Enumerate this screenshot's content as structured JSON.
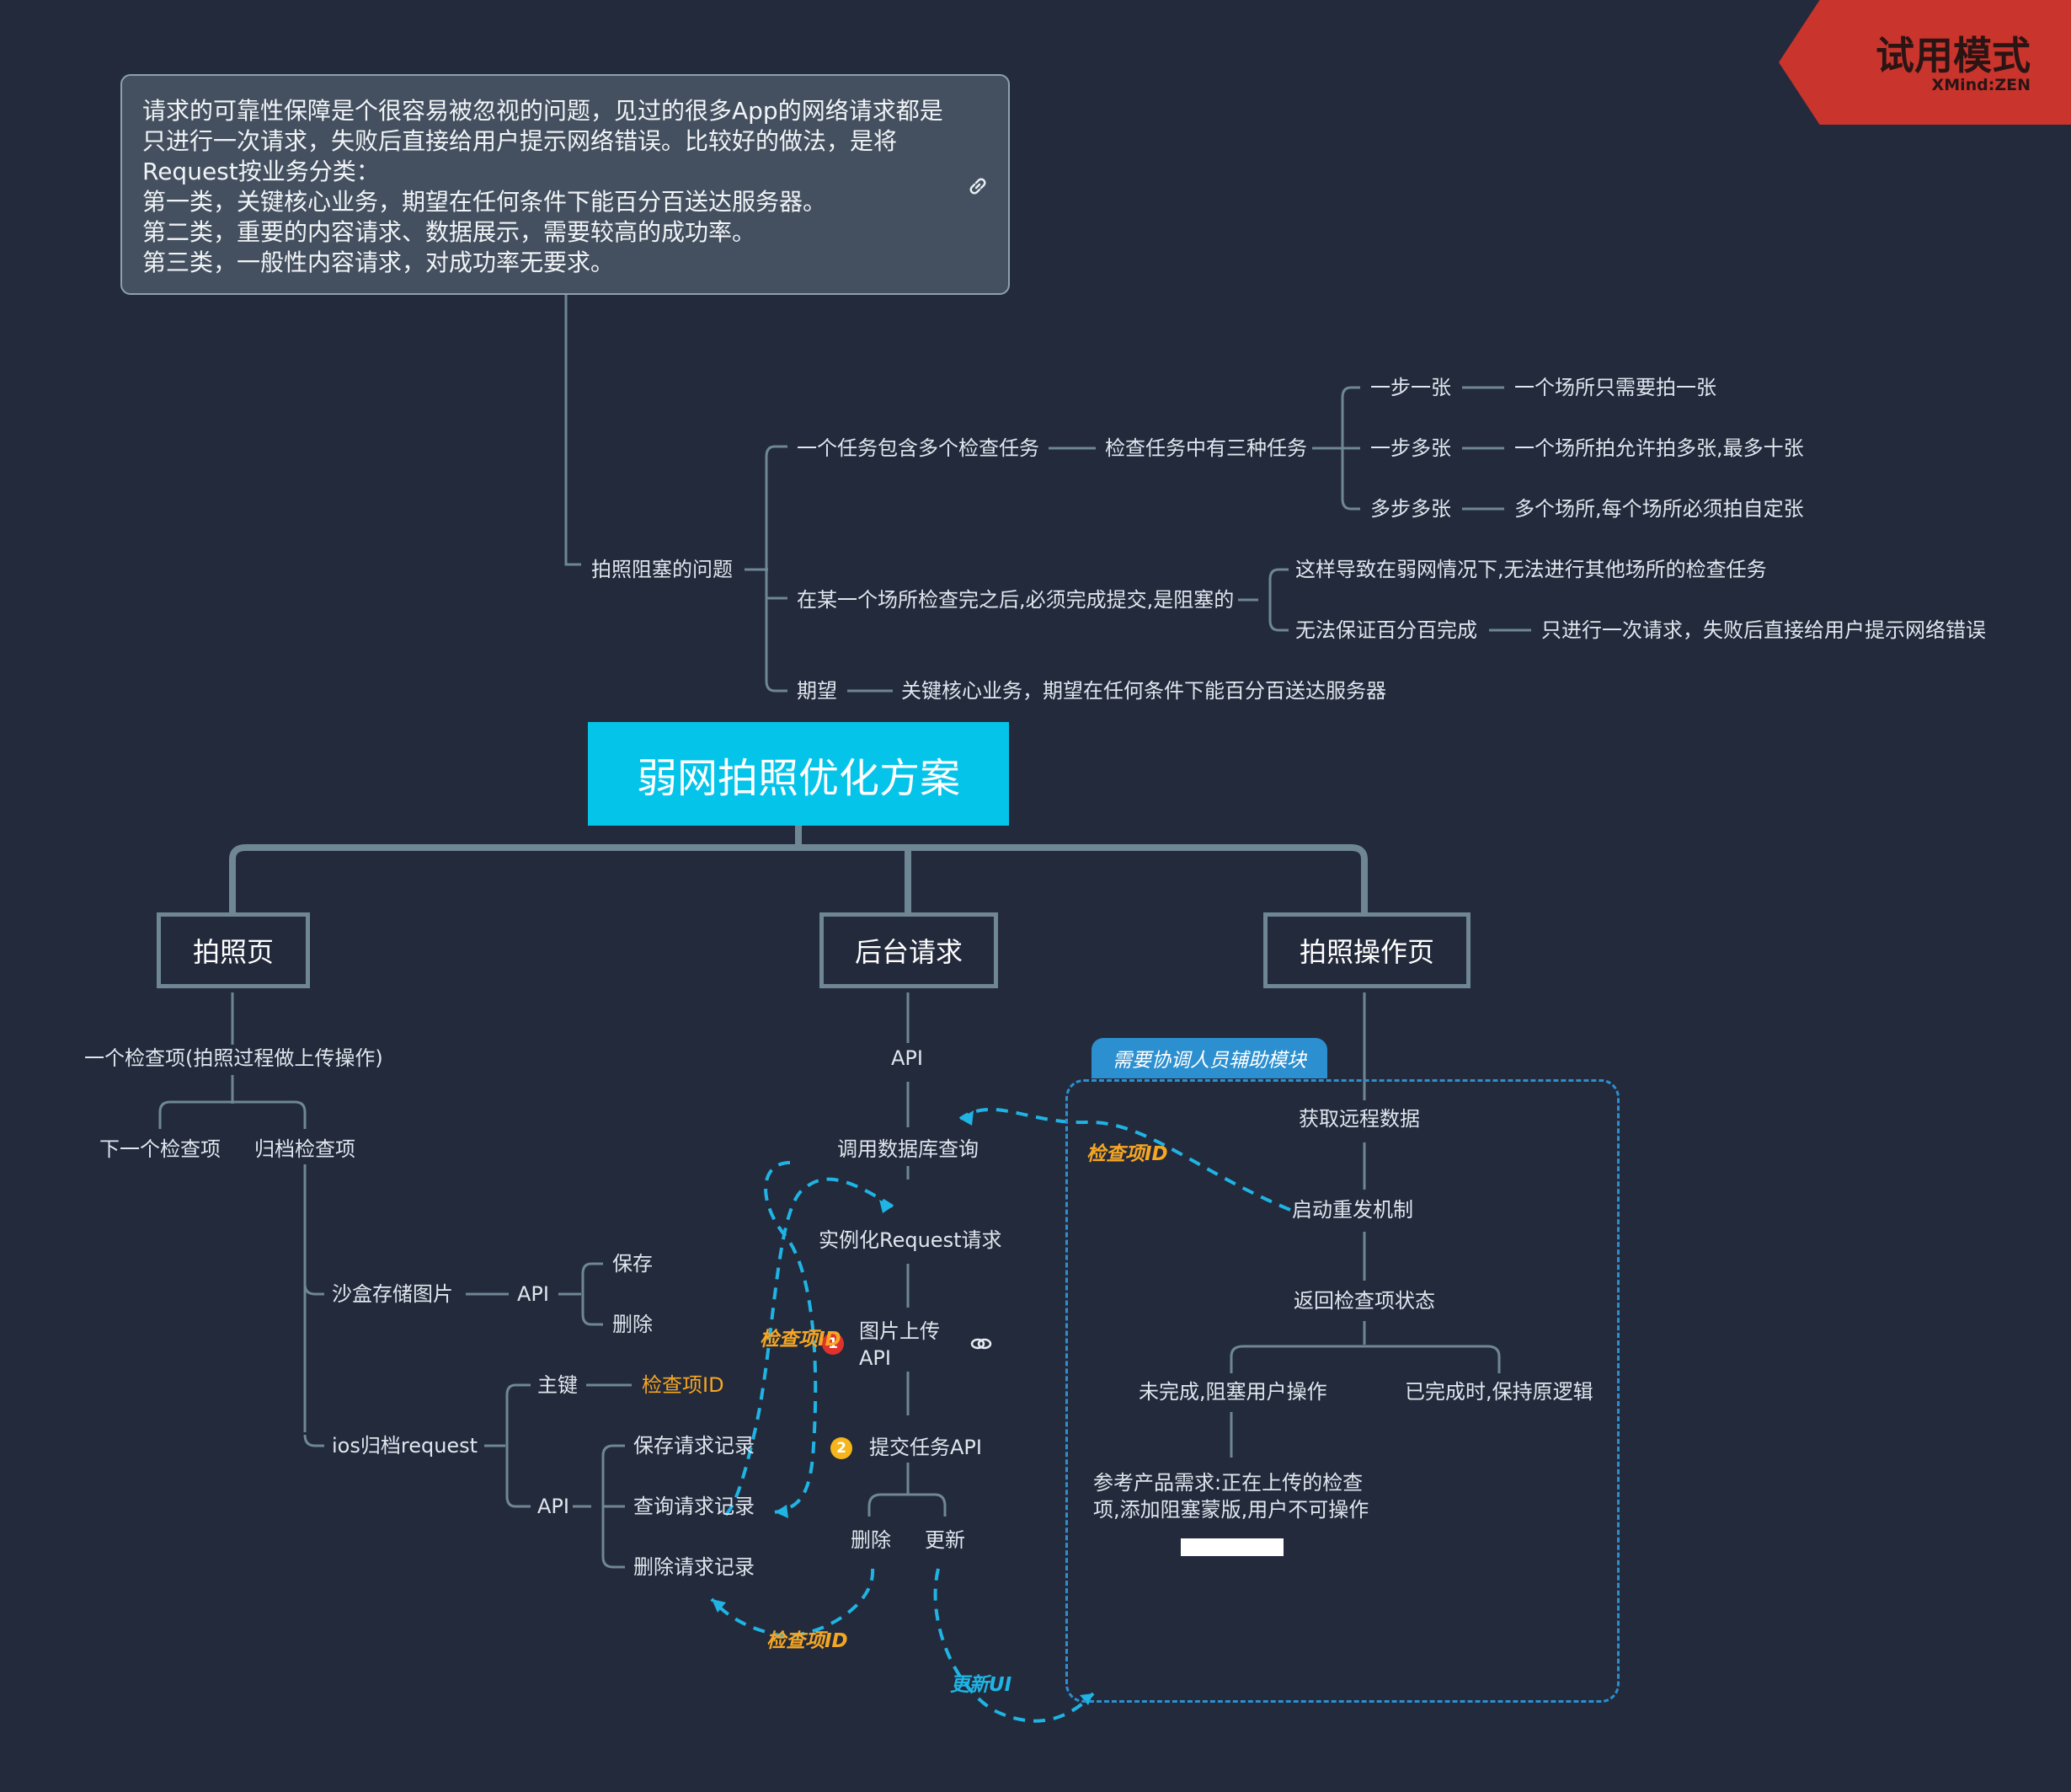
{
  "badge": {
    "title": "试用模式",
    "brand": "XMind:ZEN"
  },
  "note": {
    "lines": [
      "请求的可靠性保障是个很容易被忽视的问题，见过的很多App的网络请求都是",
      "只进行一次请求，失败后直接给用户提示网络错误。比较好的做法，是将",
      "Request按业务分类：",
      "第一类，关键核心业务，期望在任何条件下能百分百送达服务器。",
      "第二类，重要的内容请求、数据展示，需要较高的成功率。",
      "第三类，一般性内容请求，对成功率无要求。"
    ]
  },
  "problem": {
    "title": "拍照阻塞的问题",
    "n1": "一个任务包含多个检查任务",
    "n1a": "检查任务中有三种任务",
    "n1a1": "一步一张",
    "n1a1d": "一个场所只需要拍一张",
    "n1a2": "一步多张",
    "n1a2d": "一个场所拍允许拍多张,最多十张",
    "n1a3": "多步多张",
    "n1a3d": "多个场所,每个场所必须拍自定张",
    "n2": "在某一个场所检查完之后,必须完成提交,是阻塞的",
    "n2a": "这样导致在弱网情况下,无法进行其他场所的检查任务",
    "n2b": "无法保证百分百完成",
    "n2bd": "只进行一次请求，失败后直接给用户提示网络错误",
    "n3": "期望",
    "n3d": "关键核心业务，期望在任何条件下能百分百送达服务器"
  },
  "root": "弱网拍照优化方案",
  "branches": {
    "photo": "拍照页",
    "backend": "后台请求",
    "operate": "拍照操作页"
  },
  "photo_page": {
    "item": "一个检查项(拍照过程做上传操作)",
    "next": "下一个检查项",
    "archive": "归档检查项",
    "sandbox": "沙盒存储图片",
    "sandbox_api": "API",
    "save": "保存",
    "delete": "删除",
    "ios": "ios归档request",
    "pk": "主键",
    "pk_val": "检查项ID",
    "ios_api": "API",
    "save_rec": "保存请求记录",
    "query_rec": "查询请求记录",
    "del_rec": "删除请求记录"
  },
  "backend": {
    "api": "API",
    "db": "调用数据库查询",
    "inst": "实例化Request请求",
    "upload_l1": "图片上传",
    "upload_l2": "API",
    "submit": "提交任务API",
    "b_delete": "删除",
    "b_update": "更新",
    "num1": "1",
    "num2": "2"
  },
  "operate": {
    "tag": "需要协调人员辅助模块",
    "fetch": "获取远程数据",
    "retry": "启动重发机制",
    "status": "返回检查项状态",
    "incomplete": "未完成,阻塞用户操作",
    "complete": "已完成时,保持原逻辑",
    "ref_l1": "参考产品需求:正在上传的检查",
    "ref_l2": "项,添加阻塞蒙版,用户不可操作"
  },
  "relations": {
    "r1": "检查项ID",
    "r2": "检查项ID",
    "r3": "检查项ID",
    "r4": "更新UI"
  },
  "colors": {
    "bg": "#232a3b",
    "line": "#6f8794",
    "root": "#05c4ea",
    "relation": "#1fb4e4",
    "orange": "#f5a623",
    "red": "#e0322c"
  }
}
